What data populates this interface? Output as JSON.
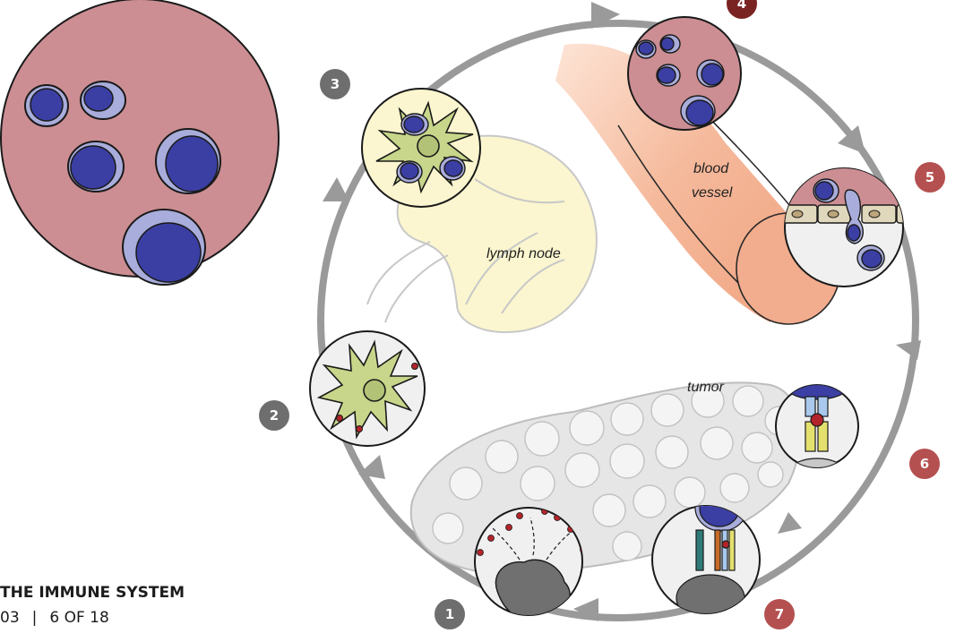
{
  "labels": {
    "lymph_node": "lymph node",
    "blood_vessel_1": "blood",
    "blood_vessel_2": "vessel",
    "tumor": "tumor"
  },
  "steps": [
    "1",
    "2",
    "3",
    "4",
    "5",
    "6",
    "7"
  ],
  "footer": {
    "title": "THE IMMUNE SYSTEM",
    "chapter": "03",
    "separator": "|",
    "page": "6 OF 18"
  },
  "colors": {
    "cycle_arrow": "#9a9a9a",
    "badge_gray": "#6e6e6e",
    "badge_red": "#b55050",
    "badge_dark_red": "#7a2323",
    "blood_pink": "#c98e93",
    "cell_blue": "#3b3fa3",
    "cell_halo": "#a9addb",
    "dendritic_green": "#c7d68a",
    "lymph_yellow": "#fbf6cf",
    "vessel_orange": "#f0b295",
    "antigen_red": "#b3242a"
  }
}
